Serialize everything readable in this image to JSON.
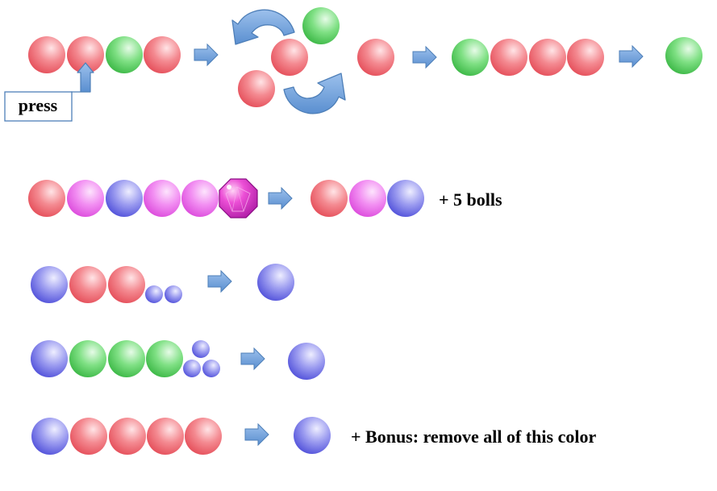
{
  "labels": {
    "press": "press",
    "plus_balls": "+ 5 bolls",
    "bonus": "+ Bonus: remove all of this color"
  },
  "colors": {
    "red": "#f06a72",
    "green": "#5ed164",
    "magenta": "#ee5ef0",
    "blue": "#6f6fe6",
    "gem": "#e026c8",
    "arrow_fill": "#6f9fd8",
    "arrow_stroke": "#4e7fb8",
    "callout_border": "#4e7fb8"
  },
  "rows": [
    {
      "name": "swap-rule",
      "steps": [
        [
          "red",
          "red",
          "green",
          "red"
        ],
        "rotate-swap",
        [
          "red"
        ],
        [
          "green",
          "red",
          "red",
          "red"
        ],
        [
          "green"
        ]
      ]
    },
    {
      "name": "gem-rule",
      "steps": [
        [
          "red",
          "magenta",
          "blue",
          "magenta",
          "magenta",
          "gem"
        ],
        [
          "red",
          "magenta",
          "blue"
        ]
      ]
    },
    {
      "name": "two-small-rule",
      "steps": [
        [
          "blue",
          "red",
          "red",
          "small-blue",
          "small-blue"
        ],
        [
          "blue"
        ]
      ]
    },
    {
      "name": "three-small-rule",
      "steps": [
        [
          "blue",
          "green",
          "green",
          "green",
          "small-blue-triangle"
        ],
        [
          "blue"
        ]
      ]
    },
    {
      "name": "bonus-rule",
      "steps": [
        [
          "blue",
          "red",
          "red",
          "red",
          "red"
        ],
        [
          "blue"
        ]
      ]
    }
  ]
}
